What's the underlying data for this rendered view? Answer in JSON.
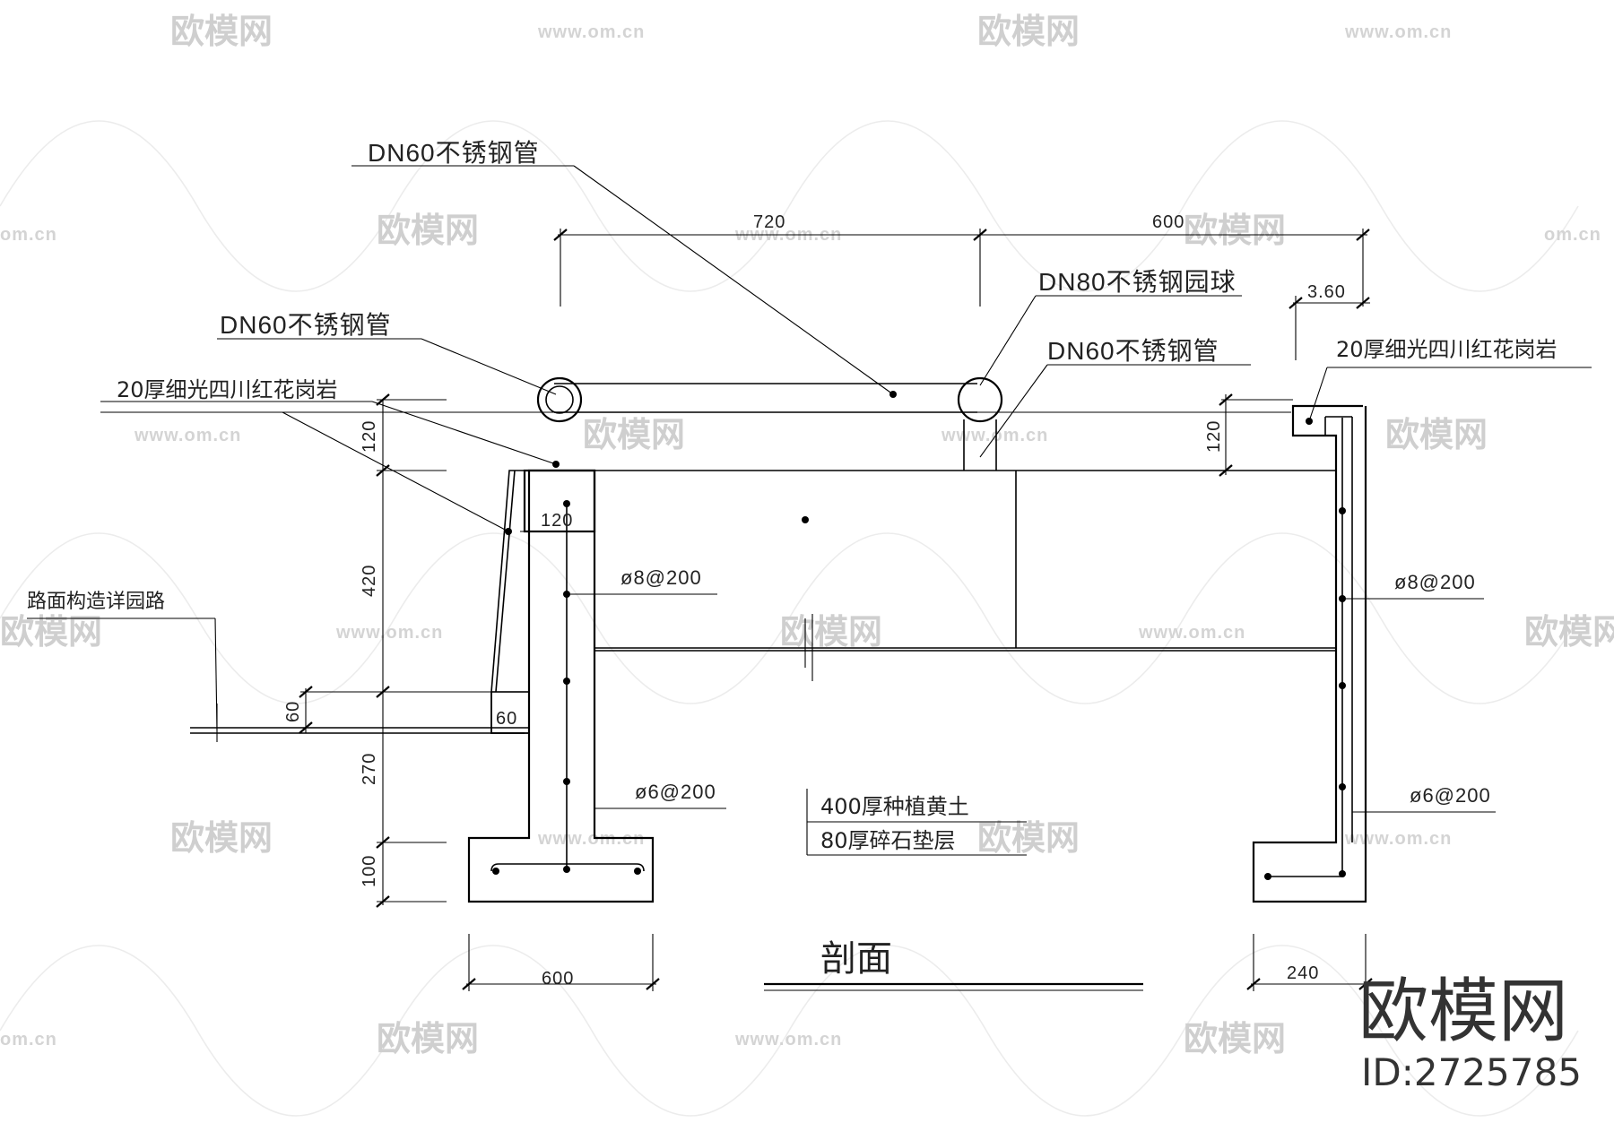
{
  "labels": {
    "top_pipe": "DN60不锈钢管",
    "left_pipe": "DN60不锈钢管",
    "ball": "DN80不锈钢园球",
    "right_pipe": "DN60不锈钢管",
    "granite_left": "20厚细光四川红花岗岩",
    "granite_right": "20厚细光四川红花岗岩",
    "road": "路面构造详园路",
    "rebar_left_8": "ø8@200",
    "rebar_right_8": "ø8@200",
    "rebar_left_6": "ø6@200",
    "rebar_right_6": "ø6@200",
    "soil": "400厚种植黄土",
    "gravel": "80厚碎石垫层",
    "section_title": "剖面"
  },
  "dimensions": {
    "span_left": "720",
    "span_right": "600",
    "cap_right": "3.60",
    "h_120_left": "120",
    "h_420": "420",
    "h_270": "270",
    "h_100": "100",
    "h_60": "60",
    "w_60": "60",
    "w_120": "120",
    "h_120_right": "120",
    "footing_left": "600",
    "footing_right": "240"
  },
  "watermark": {
    "logo_text": "欧模网",
    "url_text": "www.om.cn",
    "short_url": "om.cn"
  },
  "branding": {
    "site": "欧模网",
    "id": "ID:2725785"
  }
}
